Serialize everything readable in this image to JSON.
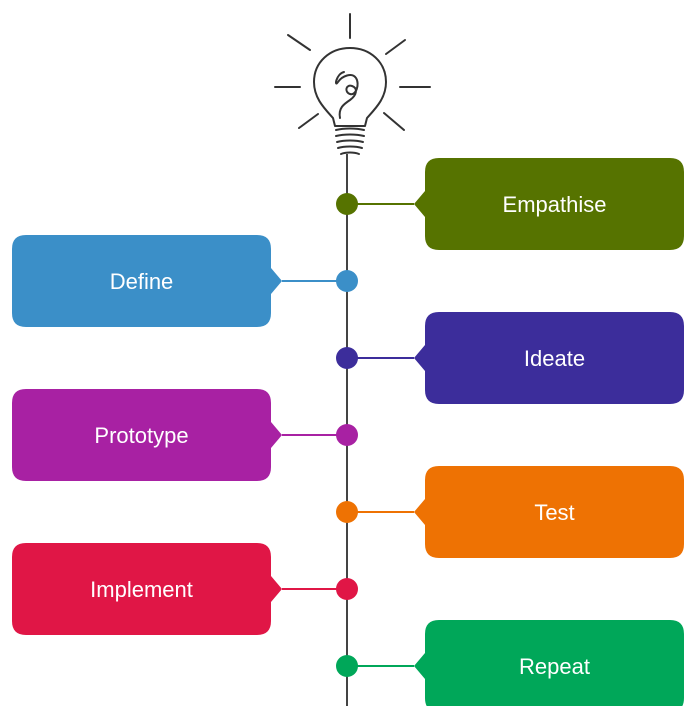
{
  "stages": [
    {
      "label": "Empathise",
      "color": "#567300",
      "side": "right"
    },
    {
      "label": "Define",
      "color": "#3b8fc8",
      "side": "left"
    },
    {
      "label": "Ideate",
      "color": "#3c2d9b",
      "side": "right"
    },
    {
      "label": "Prototype",
      "color": "#a821a3",
      "side": "left"
    },
    {
      "label": "Test",
      "color": "#ee7203",
      "side": "right"
    },
    {
      "label": "Implement",
      "color": "#e01646",
      "side": "left"
    },
    {
      "label": "Repeat",
      "color": "#00a759",
      "side": "right"
    }
  ],
  "icons": {
    "top": "lightbulb-icon"
  },
  "colors": {
    "line": "#444444",
    "bulb_stroke": "#333333"
  }
}
